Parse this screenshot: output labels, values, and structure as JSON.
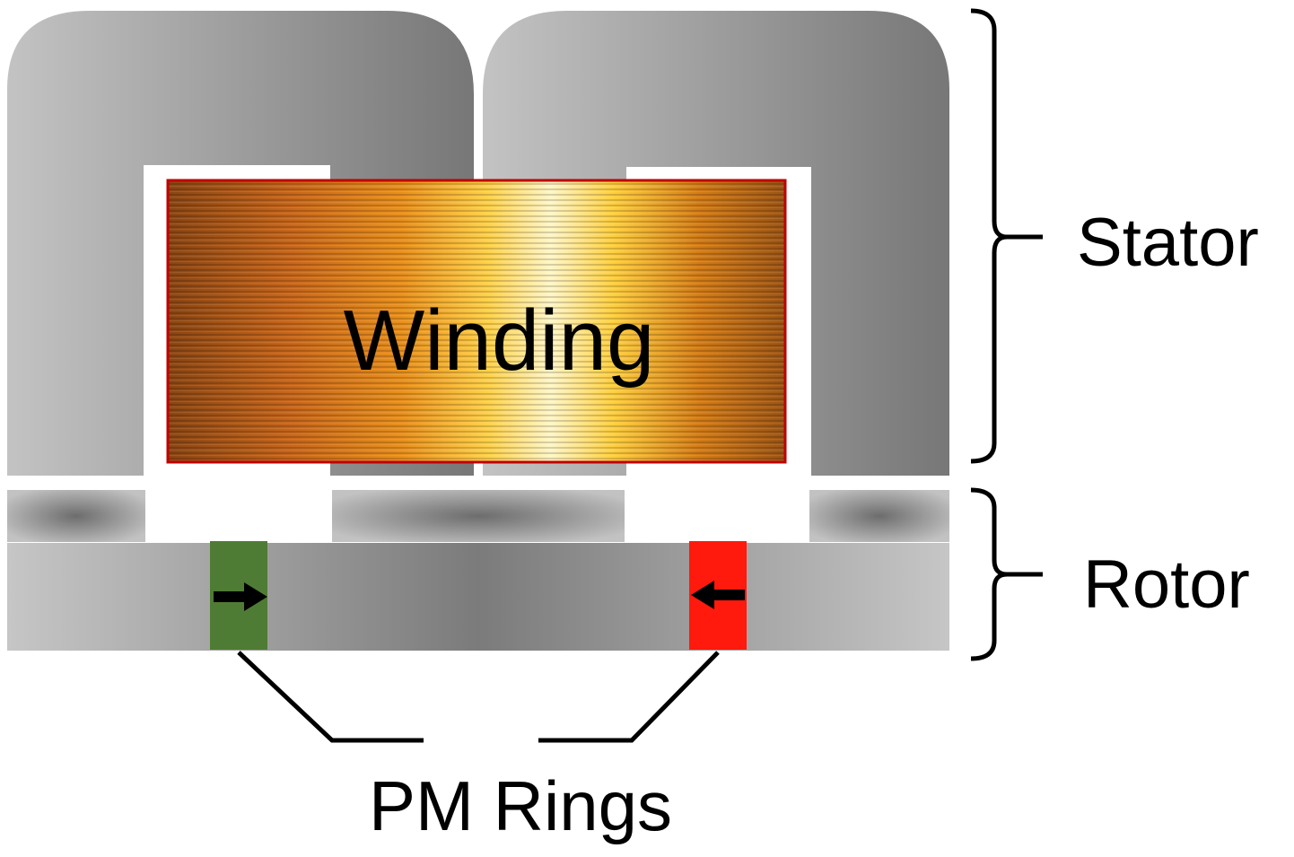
{
  "labels": {
    "winding": "Winding",
    "stator": "Stator",
    "rotor": "Rotor",
    "pm_rings": "PM Rings"
  },
  "colors": {
    "pm_ring_left": "#4f7c34",
    "pm_ring_right": "#ff1a0d",
    "winding_border": "#c00000",
    "winding_copper_dark": "#8a4a12",
    "winding_copper_bright": "#fff6c8",
    "steel_light": "#c4c4c4",
    "steel_dark": "#757575"
  },
  "magnetization": {
    "left_ring": "right",
    "right_ring": "left"
  }
}
